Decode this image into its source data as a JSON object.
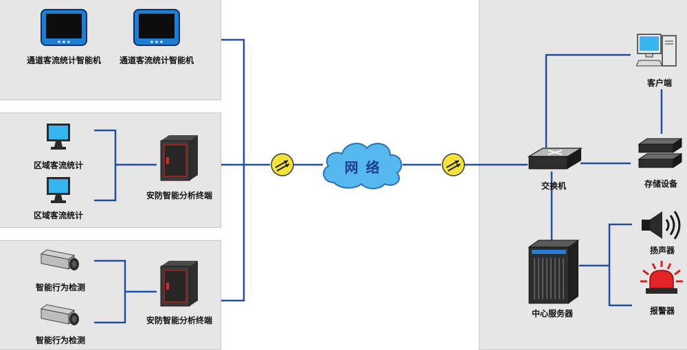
{
  "colors": {
    "line": "#1f4e9c",
    "panel": "#e6e6e6",
    "cloud": "#55b8ef",
    "cloud_text": "#1f3f8c",
    "router": "#f3e23a"
  },
  "panels": {
    "top_left": {
      "devices": [
        {
          "label": "通道客流统计智能机",
          "icon": "tablet-icon"
        },
        {
          "label": "通道客流统计智能机",
          "icon": "tablet-icon"
        }
      ]
    },
    "mid_left": {
      "devices": [
        {
          "label": "区域客流统计",
          "icon": "monitor-icon"
        },
        {
          "label": "区域客流统计",
          "icon": "monitor-icon"
        }
      ],
      "terminal": {
        "label": "安防智能分析终端",
        "icon": "server-cabinet-icon"
      }
    },
    "bottom_left": {
      "devices": [
        {
          "label": "智能行为检测",
          "icon": "camera-icon"
        },
        {
          "label": "智能行为检测",
          "icon": "camera-icon"
        }
      ],
      "terminal": {
        "label": "安防智能分析终端",
        "icon": "server-cabinet-icon"
      }
    }
  },
  "network": {
    "label": "网 络",
    "icon": "cloud-icon"
  },
  "right": {
    "client": {
      "label": "客户端",
      "icon": "desktop-computer-icon"
    },
    "switch": {
      "label": "交换机",
      "icon": "switch-icon"
    },
    "storage": {
      "label": "存储设备",
      "icon": "storage-icon"
    },
    "server": {
      "label": "中心服务器",
      "icon": "rack-server-icon"
    },
    "speaker": {
      "label": "扬声器",
      "icon": "speaker-icon"
    },
    "alarm": {
      "label": "报警器",
      "icon": "alarm-light-icon"
    }
  }
}
